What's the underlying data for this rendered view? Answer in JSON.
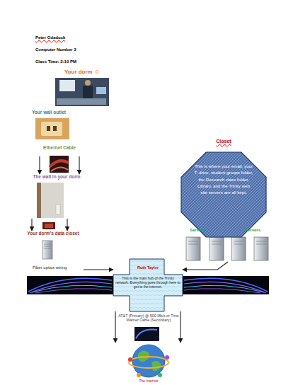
{
  "diagram": {
    "nodes": [
      {
        "text": [
          "Your dorm ☺"
        ]
      },
      {
        "text": [
          "Your wall outlet"
        ]
      },
      {
        "text": [
          "Closet",
          "This is where your email, your T: drive, student groups folder, the Research class folder, Library, and the Trinity web site servers are all kept."
        ]
      },
      {
        "text": [
          "Ethernet Cable"
        ]
      },
      {
        "text": [
          "The wall in your dorm"
        ]
      },
      {
        "text": [
          "Servers",
          "Servers"
        ]
      },
      {
        "text": [
          "Your dorm's data closet"
        ]
      },
      {
        "text": [
          "Fiber optics wiring"
        ]
      },
      {
        "text": [
          "Ruth Taylor",
          "This is the main hub of the Trinity network. Everything goes through here to get to the internet."
        ]
      },
      {
        "text": [
          "The Internet"
        ]
      }
    ],
    "edges": [
      {
        "from": 3,
        "to": 4,
        "arrow": "to"
      },
      {
        "from": 3,
        "to": 4,
        "arrow": "to"
      },
      {
        "from": 4,
        "to": 6,
        "arrow": "to"
      },
      {
        "from": 4,
        "to": 6,
        "arrow": "to"
      },
      {
        "from": 7,
        "to": 8,
        "arrow": "to"
      },
      {
        "from": 5,
        "to": 8,
        "arrow": "to"
      },
      {
        "from": 8,
        "to": 9,
        "label": "AT&T (Primary) @ 500 Mb/s or Time Warner Cable (Secondary)",
        "arrow": "to"
      },
      {
        "from": 8,
        "to": 9,
        "arrow": "to"
      }
    ],
    "labels": [
      "Peter Gdaduck",
      "Computer Number 3",
      "Class Time: 2:10 PM"
    ]
  }
}
